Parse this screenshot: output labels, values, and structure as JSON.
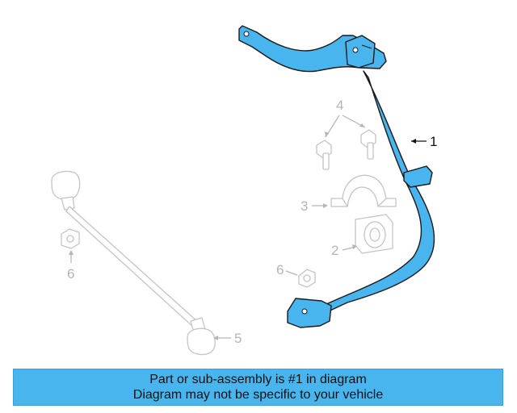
{
  "diagram": {
    "callouts": {
      "c1": "1",
      "c2": "2",
      "c3": "3",
      "c4": "4",
      "c5": "5",
      "c6a": "6",
      "c6b": "6"
    },
    "highlighted_part": "stabilizer-bar",
    "colors": {
      "highlight": "#48b5ee",
      "outline_dark": "#1a1a1a",
      "outline_gray": "#c4c4c4",
      "banner": "#48b5ee"
    }
  },
  "banner": {
    "line1": "Part or sub-assembly is #1 in diagram",
    "line2": "Diagram may not be specific to your vehicle"
  }
}
